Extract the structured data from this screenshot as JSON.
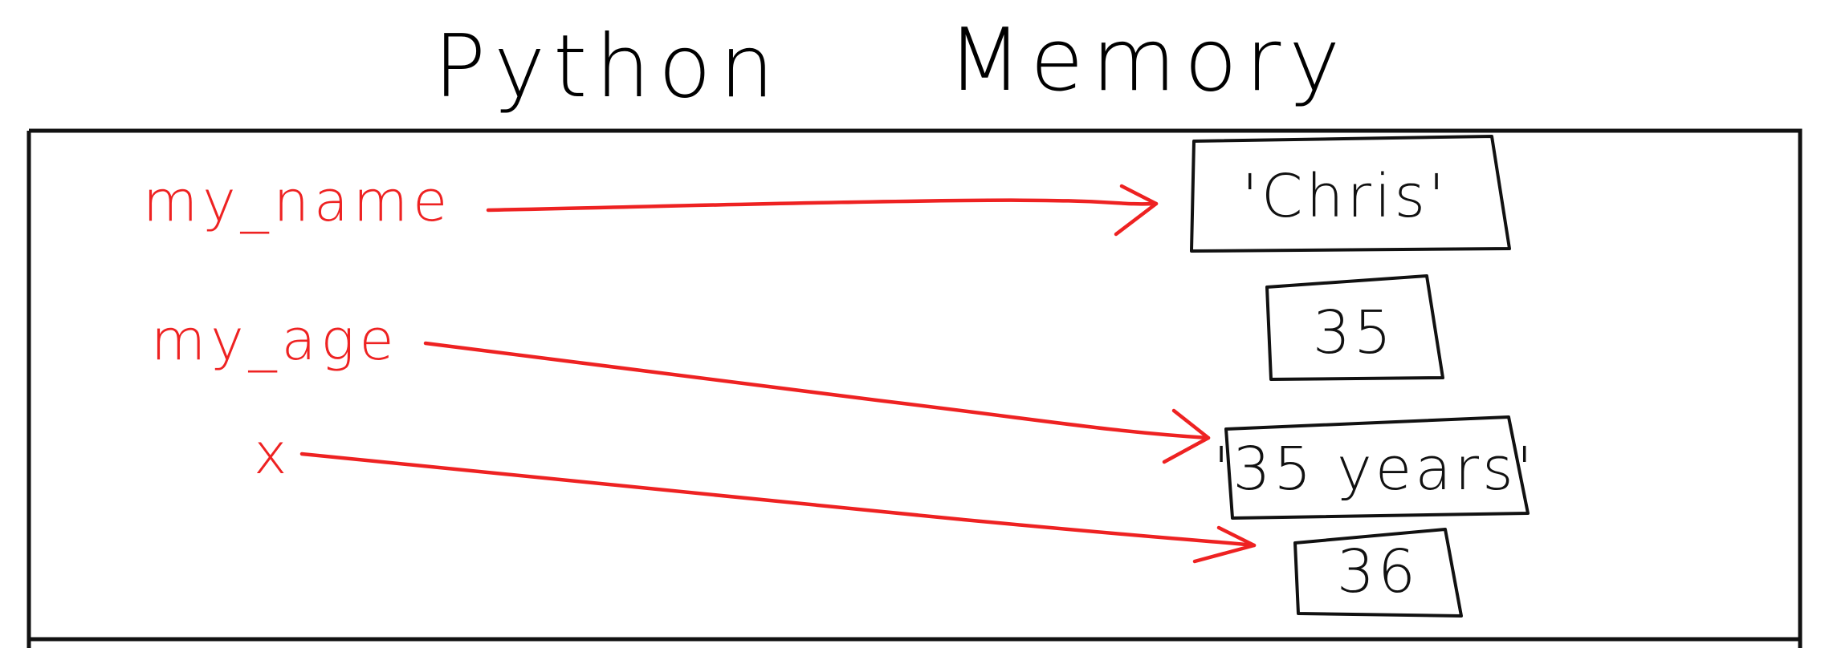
{
  "headers": {
    "left": "Python",
    "right": "Memory"
  },
  "variables": [
    {
      "name": "my_name"
    },
    {
      "name": "my_age"
    },
    {
      "name": "x"
    }
  ],
  "memory": [
    {
      "value": "'Chris'"
    },
    {
      "value": "35"
    },
    {
      "value": "'35 years'"
    },
    {
      "value": "36"
    }
  ],
  "references": [
    {
      "from": "my_name",
      "to": "'Chris'"
    },
    {
      "from": "my_age",
      "to": "'35 years'"
    },
    {
      "from": "x",
      "to": "36"
    }
  ],
  "colors": {
    "ink": "#111111",
    "variable": "#ee2222",
    "arrow": "#ee2222",
    "background": "#ffffff"
  }
}
